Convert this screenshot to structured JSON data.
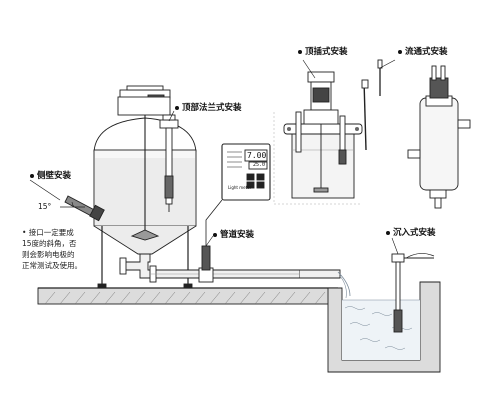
{
  "labels": {
    "side_wall": "侧壁安装",
    "top_flange": "顶部法兰式安装",
    "top_insert": "顶插式安装",
    "flow_through": "流通式安装",
    "pipe": "管道安装",
    "immersion": "沉入式安装",
    "angle": "15°"
  },
  "note": {
    "line1": "• 接口一定要成",
    "line2": "15度的斜角，否",
    "line3": "则会影响电极的",
    "line4": "正常测试及使用。"
  },
  "meter": {
    "reading_main": "7.00",
    "reading_sub": "25.0",
    "brand": "Light meter"
  }
}
